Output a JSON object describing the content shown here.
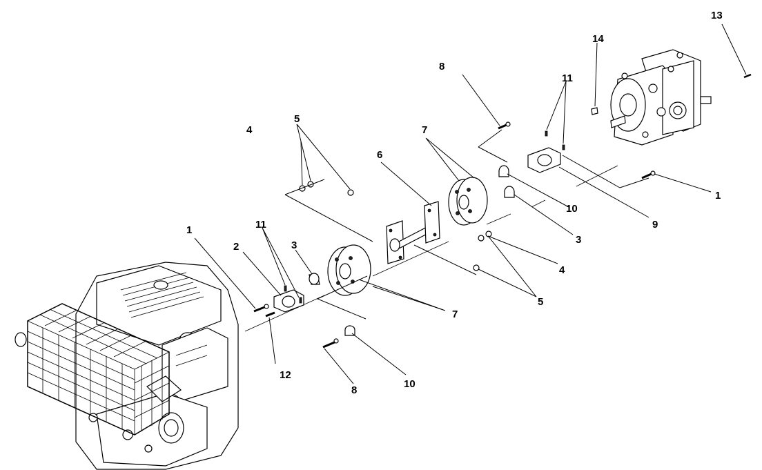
{
  "callouts": {
    "c1a": "1",
    "c1b": "1",
    "c2": "2",
    "c3a": "3",
    "c3b": "3",
    "c4a": "4",
    "c4b": "4",
    "c5a": "5",
    "c5b": "5",
    "c6": "6",
    "c7a": "7",
    "c7b": "7",
    "c8a": "8",
    "c8b": "8",
    "c9": "9",
    "c10a": "10",
    "c10b": "10",
    "c11a": "11",
    "c11b": "11",
    "c12": "12",
    "c13": "13",
    "c14": "14"
  }
}
